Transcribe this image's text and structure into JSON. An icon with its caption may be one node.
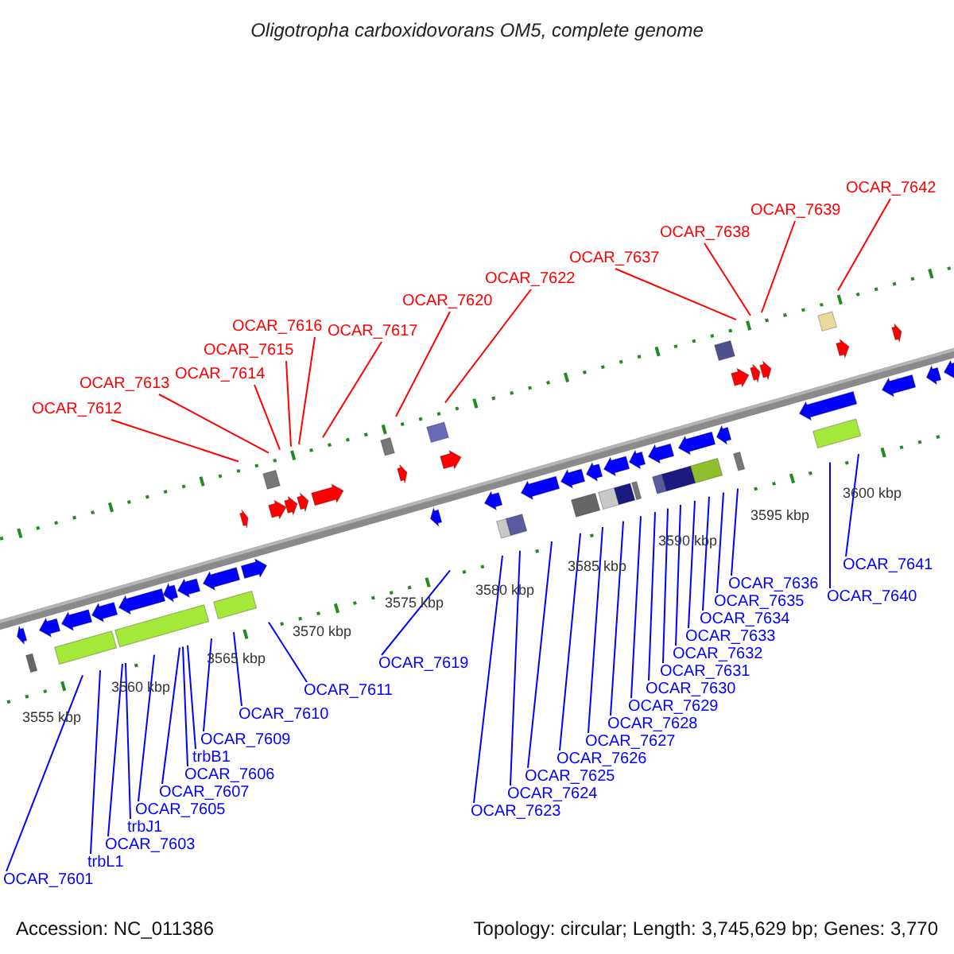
{
  "diagram": {
    "title": "Oligotropha carboxidovorans OM5, complete genome",
    "nodes": [
      {
        "text": [
          "OCAR_7612"
        ]
      },
      {
        "text": [
          "OCAR_7613"
        ]
      },
      {
        "text": [
          "OCAR_7614"
        ]
      },
      {
        "text": [
          "OCAR_7615"
        ]
      },
      {
        "text": [
          "OCAR_7616"
        ]
      },
      {
        "text": [
          "OCAR_7617"
        ]
      },
      {
        "text": [
          "OCAR_7620"
        ]
      },
      {
        "text": [
          "OCAR_7622"
        ]
      },
      {
        "text": [
          "OCAR_7637"
        ]
      },
      {
        "text": [
          "OCAR_7638"
        ]
      },
      {
        "text": [
          "OCAR_7639"
        ]
      },
      {
        "text": [
          "OCAR_7642"
        ]
      },
      {
        "text": [
          "OCAR_7601"
        ]
      },
      {
        "text": [
          "trbL1"
        ]
      },
      {
        "text": [
          "OCAR_7603"
        ]
      },
      {
        "text": [
          "trbJ1"
        ]
      },
      {
        "text": [
          "OCAR_7605"
        ]
      },
      {
        "text": [
          "OCAR_7607"
        ]
      },
      {
        "text": [
          "trbB1"
        ]
      },
      {
        "text": [
          "OCAR_7606"
        ]
      },
      {
        "text": [
          "OCAR_7609"
        ]
      },
      {
        "text": [
          "OCAR_7610"
        ]
      },
      {
        "text": [
          "OCAR_7611"
        ]
      },
      {
        "text": [
          "OCAR_7619"
        ]
      },
      {
        "text": [
          "OCAR_7623"
        ]
      },
      {
        "text": [
          "OCAR_7624"
        ]
      },
      {
        "text": [
          "OCAR_7625"
        ]
      },
      {
        "text": [
          "OCAR_7626"
        ]
      },
      {
        "text": [
          "OCAR_7627"
        ]
      },
      {
        "text": [
          "OCAR_7628"
        ]
      },
      {
        "text": [
          "OCAR_7629"
        ]
      },
      {
        "text": [
          "OCAR_7630"
        ]
      },
      {
        "text": [
          "OCAR_7631"
        ]
      },
      {
        "text": [
          "OCAR_7632"
        ]
      },
      {
        "text": [
          "OCAR_7633"
        ]
      },
      {
        "text": [
          "OCAR_7634"
        ]
      },
      {
        "text": [
          "OCAR_7635"
        ]
      },
      {
        "text": [
          "OCAR_7636"
        ]
      },
      {
        "text": [
          "OCAR_7640"
        ]
      },
      {
        "text": [
          "OCAR_7641"
        ]
      }
    ],
    "edges": [
      {
        "from": 0,
        "to": null,
        "arrow": "none",
        "color": "#ff0000"
      },
      {
        "from": 1,
        "to": null,
        "arrow": "none",
        "color": "#ff0000"
      },
      {
        "from": 2,
        "to": null,
        "arrow": "none",
        "color": "#ff0000"
      },
      {
        "from": 3,
        "to": null,
        "arrow": "none",
        "color": "#ff0000"
      },
      {
        "from": 4,
        "to": null,
        "arrow": "none",
        "color": "#ff0000"
      },
      {
        "from": 5,
        "to": null,
        "arrow": "none",
        "color": "#ff0000"
      },
      {
        "from": 6,
        "to": null,
        "arrow": "none",
        "color": "#ff0000"
      },
      {
        "from": 7,
        "to": null,
        "arrow": "none",
        "color": "#ff0000"
      },
      {
        "from": 8,
        "to": null,
        "arrow": "none",
        "color": "#ff0000"
      },
      {
        "from": 9,
        "to": null,
        "arrow": "none",
        "color": "#ff0000"
      },
      {
        "from": 10,
        "to": null,
        "arrow": "none",
        "color": "#ff0000"
      },
      {
        "from": 11,
        "to": null,
        "arrow": "none",
        "color": "#ff0000"
      },
      {
        "from": 12,
        "to": null,
        "arrow": "none"
      },
      {
        "from": 13,
        "to": null,
        "arrow": "none"
      },
      {
        "from": 14,
        "to": null,
        "arrow": "none"
      },
      {
        "from": 15,
        "to": null,
        "arrow": "none"
      },
      {
        "from": 16,
        "to": null,
        "arrow": "none"
      },
      {
        "from": 17,
        "to": null,
        "arrow": "none"
      },
      {
        "from": 18,
        "to": null,
        "arrow": "none"
      },
      {
        "from": 19,
        "to": null,
        "arrow": "none"
      },
      {
        "from": 20,
        "to": null,
        "arrow": "none"
      },
      {
        "from": 21,
        "to": null,
        "arrow": "none"
      },
      {
        "from": 22,
        "to": null,
        "arrow": "none"
      },
      {
        "from": 23,
        "to": null,
        "arrow": "none"
      },
      {
        "from": 24,
        "to": null,
        "arrow": "none"
      },
      {
        "from": 25,
        "to": null,
        "arrow": "none"
      },
      {
        "from": 26,
        "to": null,
        "arrow": "none"
      },
      {
        "from": 27,
        "to": null,
        "arrow": "none"
      },
      {
        "from": 28,
        "to": null,
        "arrow": "none"
      },
      {
        "from": 29,
        "to": null,
        "arrow": "none"
      },
      {
        "from": 30,
        "to": null,
        "arrow": "none"
      },
      {
        "from": 31,
        "to": null,
        "arrow": "none"
      },
      {
        "from": 32,
        "to": null,
        "arrow": "none"
      },
      {
        "from": 33,
        "to": null,
        "arrow": "none"
      },
      {
        "from": 34,
        "to": null,
        "arrow": "none"
      },
      {
        "from": 35,
        "to": null,
        "arrow": "none"
      },
      {
        "from": 36,
        "to": null,
        "arrow": "none"
      },
      {
        "from": 37,
        "to": null,
        "arrow": "none"
      },
      {
        "from": 38,
        "to": null,
        "arrow": "none"
      },
      {
        "from": 39,
        "to": null,
        "arrow": "none"
      }
    ],
    "labels": [
      "3555 kbp",
      "3560 kbp",
      "3565 kbp",
      "3570 kbp",
      "3575 kbp",
      "3580 kbp",
      "3585 kbp",
      "3590 kbp",
      "3595 kbp",
      "3600 kbp",
      "Accession: NC_011386",
      "Topology: circular; Length: 3,745,629 bp; Genes: 3,770"
    ]
  }
}
